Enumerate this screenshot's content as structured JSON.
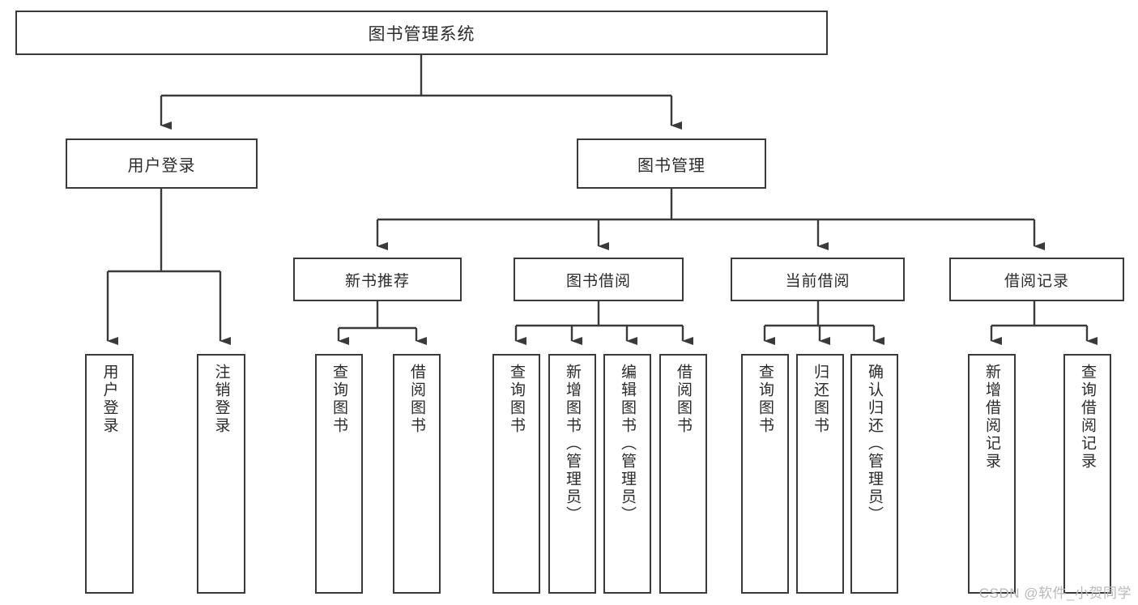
{
  "diagram": {
    "title": "图书管理系统",
    "type": "tree",
    "watermark": "CSDN @软件_小贺同学",
    "line_color": "#3a3a3a",
    "box_fill": "#ffffff",
    "text_color": "#2b2b2b"
  },
  "nodes": {
    "root": {
      "label": "图书管理系统"
    },
    "level1": [
      {
        "id": "user-login",
        "label": "用户登录"
      },
      {
        "id": "book-manage",
        "label": "图书管理"
      }
    ],
    "level2": [
      {
        "id": "new-book-recommend",
        "label": "新书推荐"
      },
      {
        "id": "book-borrow",
        "label": "图书借阅"
      },
      {
        "id": "current-borrow",
        "label": "当前借阅"
      },
      {
        "id": "borrow-record",
        "label": "借阅记录"
      }
    ],
    "leaves": {
      "user-login": [
        {
          "id": "leaf-user-login",
          "label": "用户登录"
        },
        {
          "id": "leaf-logout-login",
          "label": "注销登录"
        }
      ],
      "new-book-recommend": [
        {
          "id": "leaf-query-book-1",
          "label": "查询图书"
        },
        {
          "id": "leaf-borrow-book-1",
          "label": "借阅图书"
        }
      ],
      "book-borrow": [
        {
          "id": "leaf-query-book-2",
          "label": "查询图书"
        },
        {
          "id": "leaf-add-book",
          "label": "新增图书（管理员）"
        },
        {
          "id": "leaf-edit-book",
          "label": "编辑图书（管理员）"
        },
        {
          "id": "leaf-borrow-book-2",
          "label": "借阅图书"
        }
      ],
      "current-borrow": [
        {
          "id": "leaf-query-book-3",
          "label": "查询图书"
        },
        {
          "id": "leaf-return-book",
          "label": "归还图书"
        },
        {
          "id": "leaf-confirm-return",
          "label": "确认归还（管理员）"
        }
      ],
      "borrow-record": [
        {
          "id": "leaf-add-record",
          "label": "新增借阅记录"
        },
        {
          "id": "leaf-query-record",
          "label": "查询借阅记录"
        }
      ]
    }
  }
}
